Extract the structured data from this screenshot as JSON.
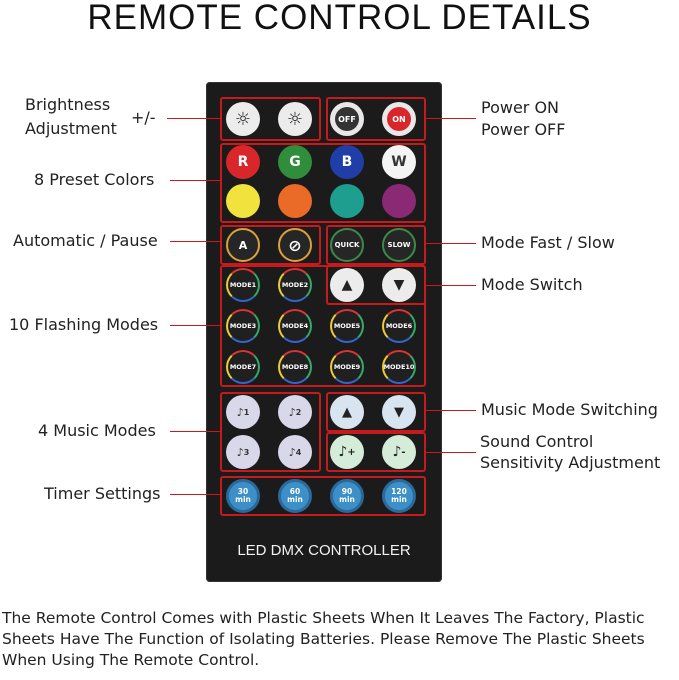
{
  "title": "REMOTE CONTROL DETAILS",
  "remote": {
    "brand": "LED DMX CONTROLLER",
    "brightness": {
      "up_icon": "brightness-up-icon",
      "down_icon": "brightness-down-icon"
    },
    "power": {
      "off": "OFF",
      "on": "ON"
    },
    "colors": [
      {
        "label": "R",
        "color": "#d8262a"
      },
      {
        "label": "G",
        "color": "#2f8d3c"
      },
      {
        "label": "B",
        "color": "#1f3ea8"
      },
      {
        "label": "W",
        "color": "#f4f4f4"
      },
      {
        "label": "",
        "color": "#f2e23e"
      },
      {
        "label": "",
        "color": "#ea6a28"
      },
      {
        "label": "",
        "color": "#1e9e8e"
      },
      {
        "label": "",
        "color": "#8a2a74"
      }
    ],
    "auto": "A",
    "pause_icon": "pause-icon",
    "quick": "QUICK",
    "slow": "SLOW",
    "mode_up_icon": "mode-up-icon",
    "mode_down_icon": "mode-down-icon",
    "modes": [
      "MODE1",
      "MODE2",
      "MODE3",
      "MODE4",
      "MODE5",
      "MODE6",
      "MODE7",
      "MODE8",
      "MODE9",
      "MODE10"
    ],
    "music": [
      "1",
      "2",
      "3",
      "4"
    ],
    "sensitivity": {
      "plus": "+",
      "minus": "-"
    },
    "timers": [
      {
        "value": "30",
        "unit": "min"
      },
      {
        "value": "60",
        "unit": "min"
      },
      {
        "value": "90",
        "unit": "min"
      },
      {
        "value": "120",
        "unit": "min"
      }
    ]
  },
  "labels": {
    "brightness_line1": "Brightness",
    "brightness_line2": "Adjustment",
    "brightness_sign": "+/-",
    "preset_colors": "8 Preset  Colors",
    "auto_pause": "Automatic / Pause",
    "flashing_modes": "10 Flashing Modes",
    "music_modes": "4 Music Modes",
    "timer": "Timer Settings",
    "power_on": "Power ON",
    "power_off": "Power OFF",
    "mode_fast_slow": "Mode Fast / Slow",
    "mode_switch": "Mode Switch",
    "music_switching": "Music Mode Switching",
    "sound_line1": "Sound Control",
    "sound_line2": "Sensitivity Adjustment"
  },
  "footer": "The Remote Control Comes with Plastic Sheets When It Leaves The Factory, Plastic Sheets Have The Function of Isolating Batteries. Please Remove The Plastic Sheets When Using The Remote Control."
}
